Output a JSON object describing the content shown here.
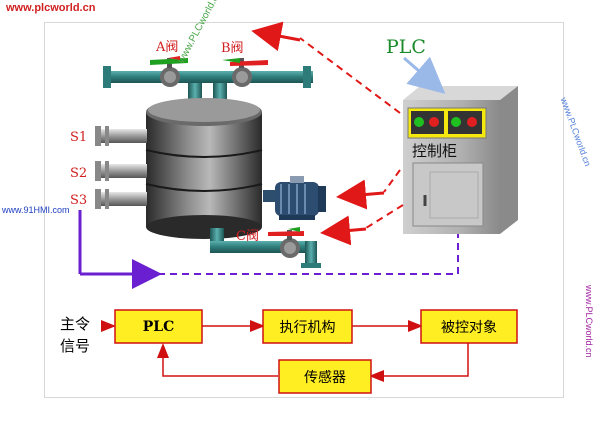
{
  "watermarks": {
    "site_top_left": "www.plcworld.cn",
    "site_left": "www.91HMI.com",
    "site_right": "www.PLCworld.cn",
    "site_diag": "www.PLCworld.cn",
    "site_diag2": "www.PLCworld.cn"
  },
  "process": {
    "valve_a_label": "A阀",
    "valve_b_label": "B阀",
    "valve_c_label": "C阀",
    "sensor_s1": "S1",
    "sensor_s2": "S2",
    "sensor_s3": "S3",
    "plc_label": "PLC",
    "cabinet_label": "控制柜"
  },
  "block_diagram": {
    "input_line1": "主令",
    "input_line2": "信号",
    "plc": "PLC",
    "actuator": "执行机构",
    "controlled_object": "被控对象",
    "sensor": "传感器"
  },
  "colors": {
    "pipe": "#3a8a88",
    "valve_handle": "#e02020",
    "valve_green": "#20a020",
    "signal_red": "#e01818",
    "signal_purple": "#6a1fd0",
    "block_fill": "#ffee22",
    "block_border": "#d01010",
    "plc_arrow": "#9ab8e8"
  }
}
